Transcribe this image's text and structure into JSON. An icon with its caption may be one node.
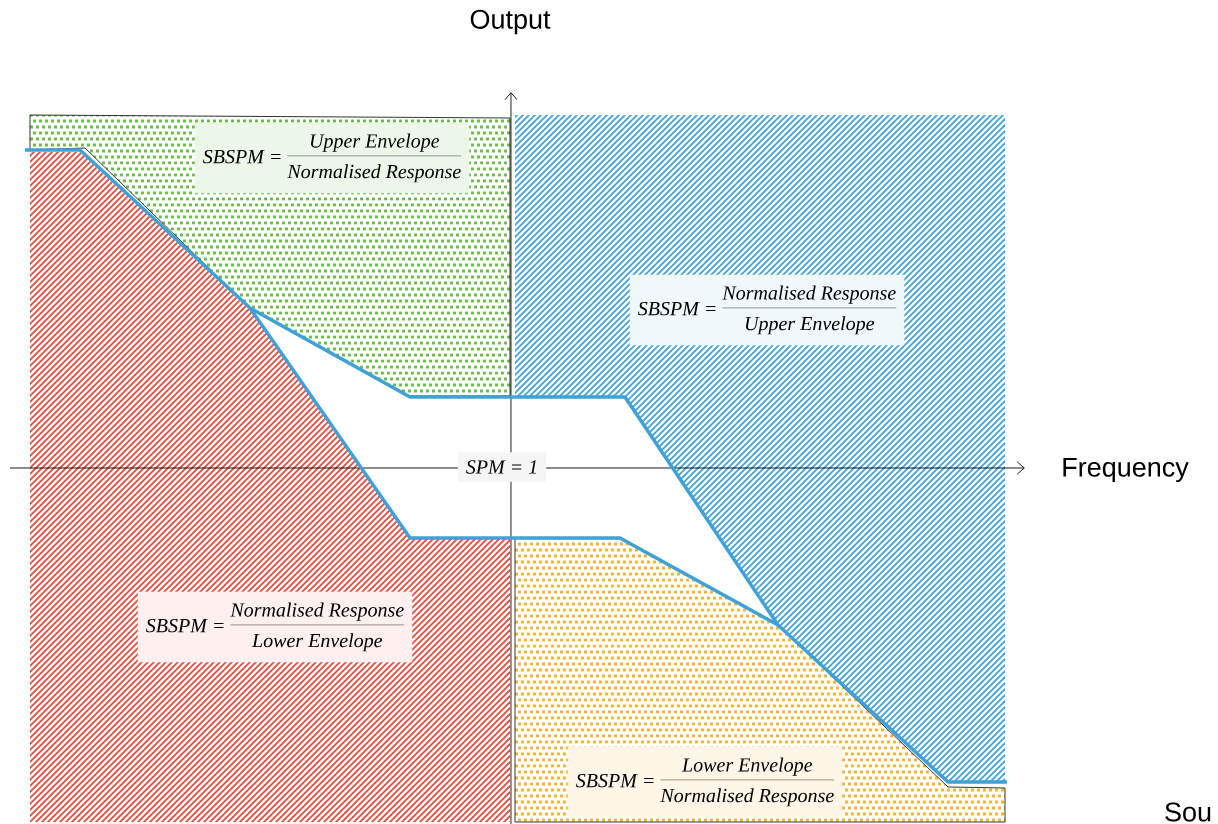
{
  "diagram": {
    "nodes": [
      {
        "text": [
          "SBSPM =",
          "Upper Envelope",
          "Normalised Response"
        ]
      },
      {
        "text": [
          "SBSPM =",
          "Normalised Response",
          "Upper Envelope"
        ]
      },
      {
        "text": [
          "SPM = 1"
        ]
      },
      {
        "text": [
          "SBSPM =",
          "Normalised Response",
          "Lower Envelope"
        ]
      },
      {
        "text": [
          "SBSPM =",
          "Lower Envelope",
          "Normalised Response"
        ]
      }
    ],
    "labels": [
      "Output",
      "Frequency",
      "Sou"
    ]
  }
}
